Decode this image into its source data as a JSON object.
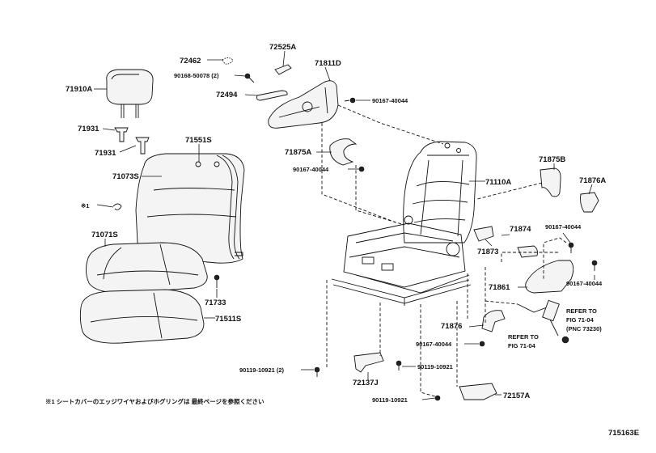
{
  "labels": {
    "l72462": "72462",
    "l72525a": "72525A",
    "l71811d": "71811D",
    "l90168": "90168-50078 (2)",
    "l72494": "72494",
    "l90167a": "90167-40044",
    "l71910a": "71910A",
    "l71931a": "71931",
    "l71931b": "71931",
    "l71551s": "71551S",
    "l71073s": "71073S",
    "l71875a": "71875A",
    "l90167b": "90167-40044",
    "l71110a": "71110A",
    "l71875b": "71875B",
    "l71876a": "71876A",
    "lnote1": "※1",
    "l71071s": "71071S",
    "l71874": "71874",
    "l90167c": "90167-40044",
    "l71873": "71873",
    "l71733": "71733",
    "l71861": "71861",
    "l90167d": "90167-40044",
    "l71511s": "71511S",
    "lrefer1a": "REFER TO",
    "lrefer1b": "FIG 71-04",
    "lrefer1c": "(PNC 73230)",
    "l71876": "71876",
    "l90167e": "90167-40044",
    "lrefer2a": "REFER TO",
    "lrefer2b": "FIG 71-04",
    "l90119a": "90119-10921 (2)",
    "l90119b": "90119-10921",
    "l72137j": "72137J",
    "l90119c": "90119-10921",
    "l72157a": "72157A",
    "footnote": "※1 シートカバーのエッジワイヤおよびホグリングは 最終ページを参照ください",
    "figure_id": "715163E"
  }
}
